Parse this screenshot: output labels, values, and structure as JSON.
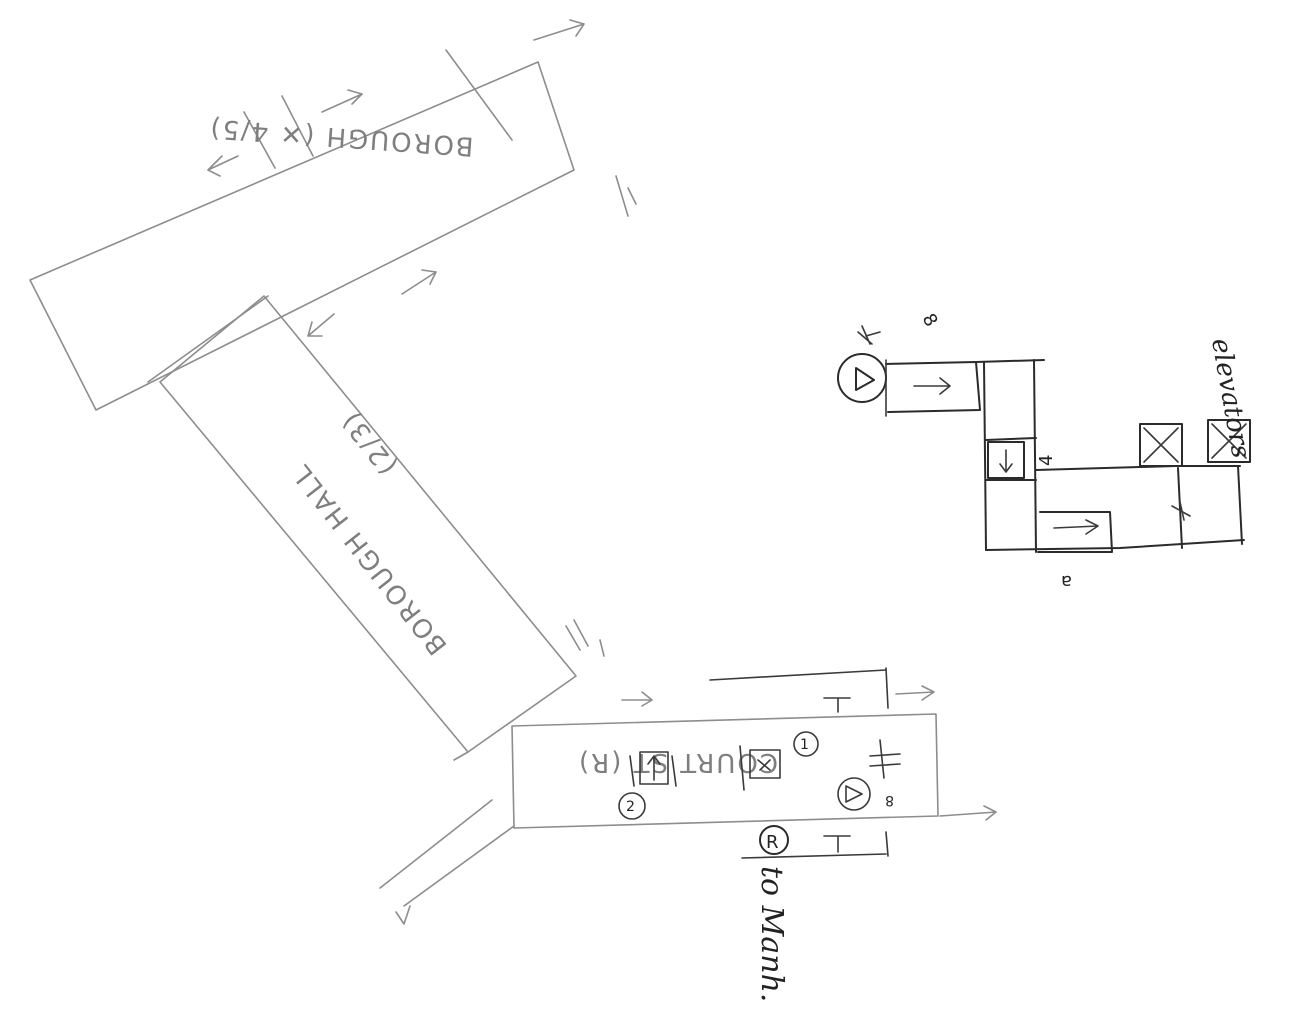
{
  "labels": {
    "platform_top": "BOROUGH (✕ 4/5)",
    "platform_middle_name": "BOROUGH HALL",
    "platform_middle_lines": "(2/3)",
    "platform_bottom": "COURT ST (R)",
    "to_manhattan": "to Manh.",
    "elevators": "elevators",
    "station_circle_right": "R",
    "station_circle_1": "1",
    "station_circle_2": "2",
    "signal_digits": "8",
    "mark_8": "8",
    "mark_4": "4",
    "mark_a": "a"
  }
}
